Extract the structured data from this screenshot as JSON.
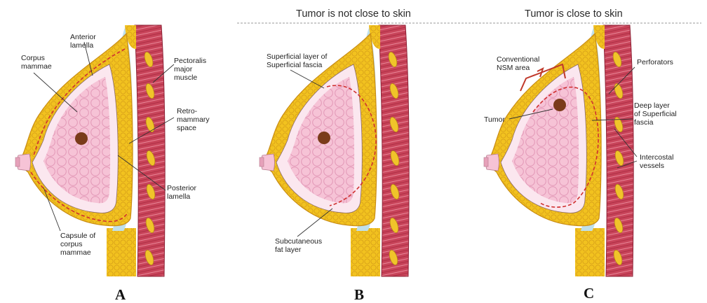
{
  "headers": {
    "b": "Tumor is not close to skin",
    "c": "Tumor is close to skin"
  },
  "panels": {
    "a": {
      "letter": "A",
      "labels": {
        "anterior_1": "Anterior",
        "anterior_2": "lamella",
        "corpus_1": "Corpus",
        "corpus_2": "mammae",
        "pectoralis_1": "Pectoralis",
        "pectoralis_2": "major",
        "pectoralis_3": "muscle",
        "retro_1": "Retro-",
        "retro_2": "mammary",
        "retro_3": "space",
        "posterior_1": "Posterior",
        "posterior_2": "lamella",
        "capsule_1": "Capsule of",
        "capsule_2": "corpus",
        "capsule_3": "mammae"
      }
    },
    "b": {
      "letter": "B",
      "labels": {
        "superficial_1": "Superficial layer of",
        "superficial_2": "Superficial fascia",
        "subcut_1": "Subcutaneous",
        "subcut_2": "fat layer"
      }
    },
    "c": {
      "letter": "C",
      "labels": {
        "nsm_1": "Conventional",
        "nsm_2": "NSM area",
        "perforators": "Perforators",
        "tumor": "Tumor",
        "deep_1": "Deep layer",
        "deep_2": "of Superficial",
        "deep_3": "fascia",
        "intercostal_1": "Intercostal",
        "intercostal_2": "vessels"
      }
    }
  },
  "colors": {
    "fat": "#f2c21f",
    "fat_edge": "#c98d14",
    "gland": "#f6c3d6",
    "gland_lobule": "#e7a1bf",
    "gland_pale": "#fbe7ef",
    "muscle": "#c8445a",
    "rib": "#f0c42a",
    "retro_space": "#bfe0ea",
    "tumor": "#7a3b1a",
    "dashed": "#d03030",
    "bracket": "#c0392b"
  }
}
